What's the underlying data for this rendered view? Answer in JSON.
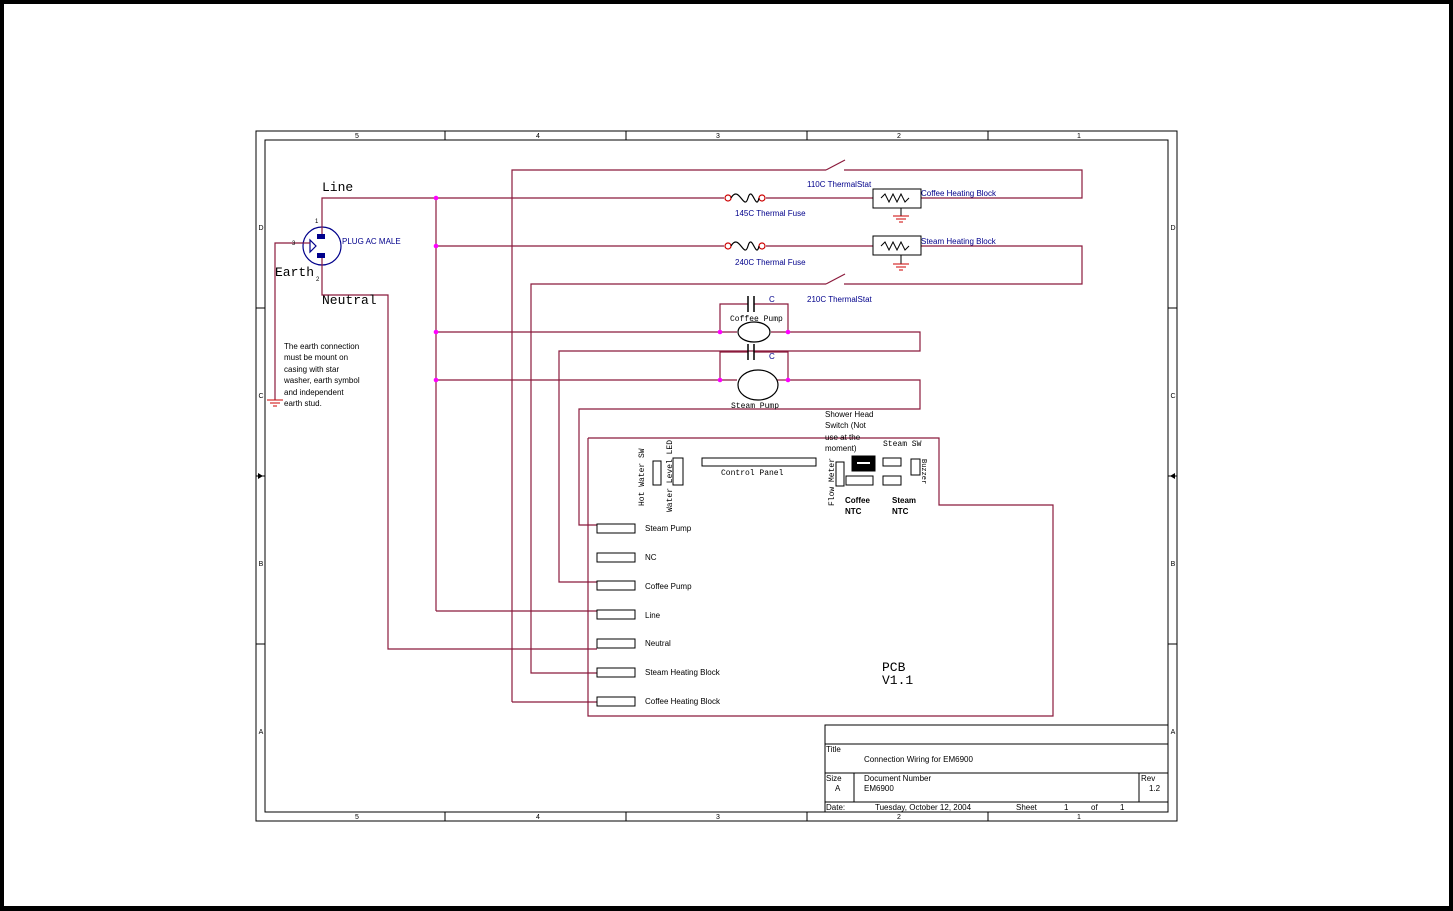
{
  "border": {
    "columns": [
      "5",
      "4",
      "3",
      "2",
      "1"
    ],
    "rows": [
      "D",
      "C",
      "B",
      "A"
    ]
  },
  "plug": {
    "label": "PLUG AC MALE",
    "line": "Line",
    "earth": "Earth",
    "neutral": "Neutral",
    "pin1": "1",
    "pin3": "3",
    "pin2": "2"
  },
  "components": {
    "thermostat_110": "110C ThermalStat",
    "thermostat_210": "210C ThermalStat",
    "fuse_145": "145C Thermal Fuse",
    "fuse_240": "240C Thermal Fuse",
    "coffee_heating_block": "Coffee Heating Block",
    "steam_heating_block": "Steam Heating Block",
    "coffee_pump": "Coffee Pump",
    "steam_pump": "Steam Pump",
    "capacitor": "C"
  },
  "note": [
    "The earth connection",
    "must be mount on",
    "casing with star",
    "washer, earth symbol",
    "and independent",
    "earth stud."
  ],
  "pcb": {
    "title_line1": "PCB",
    "title_line2": "V1.1",
    "hot_water_sw": "Hot Water SW",
    "water_level_led": "Water Level LED",
    "control_panel": "Control Panel",
    "shower_head_note": [
      "Shower Head",
      "Switch (Not",
      "use at the",
      "moment)"
    ],
    "steam_sw": "Steam SW",
    "flow_meter": "Flow Meter",
    "buzzer": "Buzzer",
    "coffee_ntc": [
      "Coffee",
      "NTC"
    ],
    "steam_ntc": [
      "Steam",
      "NTC"
    ],
    "connectors": [
      "Steam Pump",
      "NC",
      "Coffee Pump",
      "Line",
      "Neutral",
      "Steam Heating Block",
      "Coffee Heating Block"
    ]
  },
  "title_block": {
    "title_label": "Title",
    "title": "Connection Wiring for EM6900",
    "size_label": "Size",
    "size": "A",
    "docnum_label": "Document Number",
    "docnum": "EM6900",
    "rev_label": "Rev",
    "rev": "1.2",
    "date_label": "Date:",
    "date": "Tuesday, October 12, 2004",
    "sheet_label": "Sheet",
    "sheet": "1",
    "of_label": "of",
    "of": "1"
  },
  "colors": {
    "wire": "#8b1a3c",
    "label": "#00008b",
    "junction": "#ff00ff",
    "border": "#000000"
  }
}
